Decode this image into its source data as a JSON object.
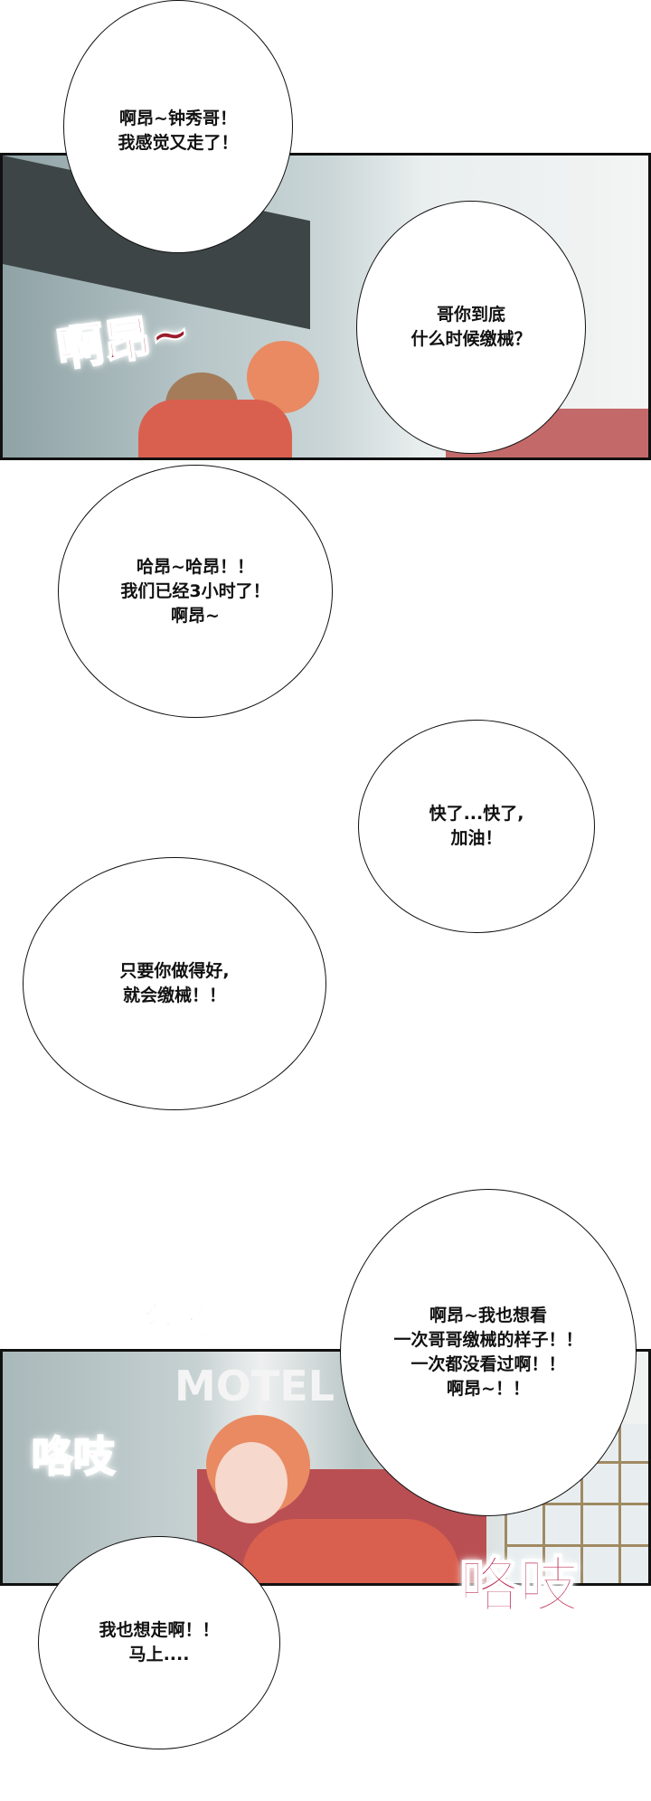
{
  "panel1": {
    "bubble1": [
      "啊昂~钟秀哥！",
      "我感觉又走了！"
    ],
    "bubble2": [
      "哥你到底",
      "什么时候缴械？"
    ],
    "sfx": "啊昂~"
  },
  "bubble3": [
    "哈昂~哈昂！！",
    "我们已经3小时了！",
    "啊昂~"
  ],
  "bubble4": [
    "快了...快了,",
    "加油！"
  ],
  "bubble5": [
    "只要你做得好,",
    "就会缴械！！"
  ],
  "panel2": {
    "sign": "MOTEL",
    "sfx": [
      "咯吱",
      "咯吱",
      "咯吱"
    ],
    "bubble6": [
      "啊昂~我也想看",
      "一次哥哥缴械的样子！！",
      "一次都没看过啊！！",
      "啊昂~！！"
    ],
    "bubble7": [
      "我也想走啊！！",
      "马上...."
    ]
  },
  "colors": {
    "sfx": "#b8284f",
    "shirt": "#d9604f",
    "hair": "#e98a62",
    "wall": "#aebfc2"
  }
}
